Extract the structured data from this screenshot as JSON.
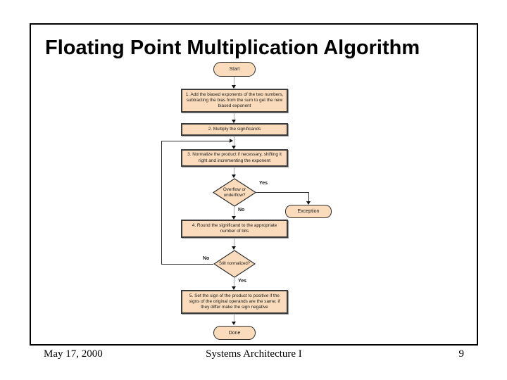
{
  "slide": {
    "title": "Floating Point Multiplication Algorithm",
    "footer": {
      "date": "May 17, 2000",
      "course": "Systems Architecture I",
      "page_number": "9"
    }
  },
  "flowchart": {
    "start_label": "Start",
    "done_label": "Done",
    "exception_label": "Exception",
    "steps": [
      "1. Add the biased exponents of the two numbers, subtracting the bias from the sum to get the new biased exponent",
      "2. Multiply the significands",
      "3. Normalize the product if necessary, shifting it right and incrementing the exponent",
      "4. Round the significand to the appropriate number of bits",
      "5. Set the sign of the product to positive if the signs of the original operands are the same; if they differ make the sign negative"
    ],
    "decisions": [
      {
        "label": "Overflow or underflow?",
        "yes": "Yes",
        "no": "No"
      },
      {
        "label": "Still normalized?",
        "yes": "Yes",
        "no": "No"
      }
    ],
    "colors": {
      "shape_fill": "#FADCBC",
      "shape_border": "#3B3B3B",
      "connector_gray": "#AAAAAA",
      "connector_dark": "#303030"
    }
  }
}
